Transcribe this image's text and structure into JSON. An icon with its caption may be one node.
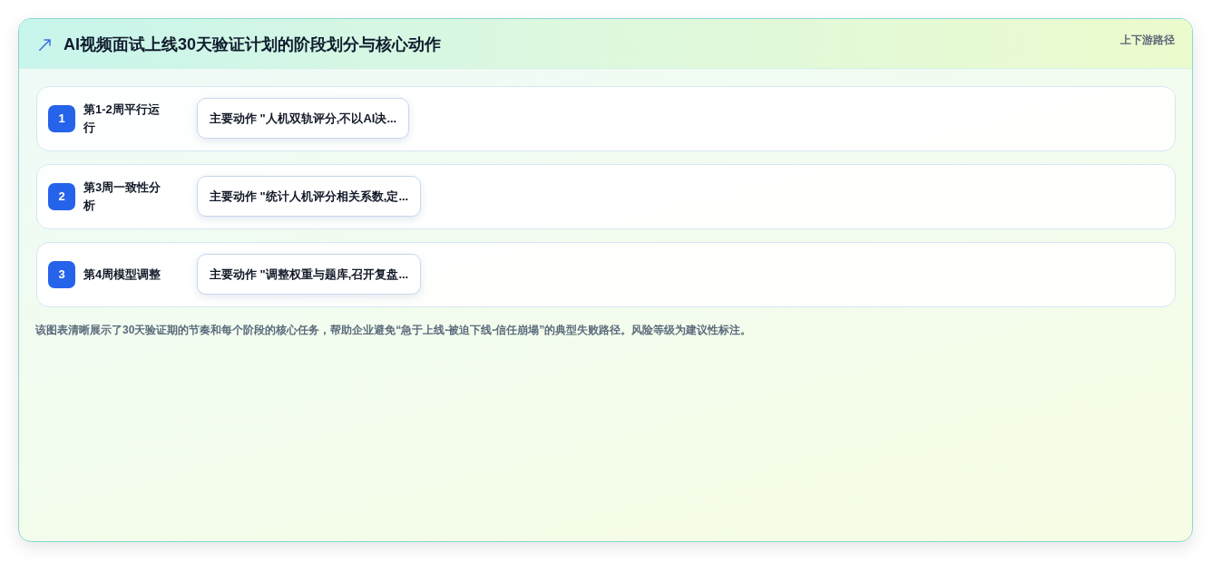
{
  "diagram": {
    "title": "AI视频面试上线30天验证计划的阶段划分与核心动作",
    "caption": "该图表清晰展示了30天验证期的节奏和每个阶段的核心任务，帮助企业避免“急于上线-被迫下线-信任崩塌”的典型失败路径。风险等级为建议性标注。",
    "nodes": [
      {
        "text": [
          "第1-2周平行运行"
        ]
      },
      {
        "text": [
          "1"
        ],
        "in": 0
      },
      {
        "text": [
          "主要动作 \"人机双轨评分,不以AI决..."
        ],
        "in": 0
      },
      {
        "text": [
          "第3周一致性分析"
        ]
      },
      {
        "text": [
          "2"
        ],
        "in": 3
      },
      {
        "text": [
          "主要动作 \"统计人机评分相关系数,定..."
        ],
        "in": 3
      },
      {
        "text": [
          "第4周模型调整"
        ]
      },
      {
        "text": [
          "3"
        ],
        "in": 6
      },
      {
        "text": [
          "主要动作 \"调整权重与题库,召开复盘..."
        ],
        "in": 6
      }
    ],
    "labels": [
      "上下游路径"
    ]
  }
}
